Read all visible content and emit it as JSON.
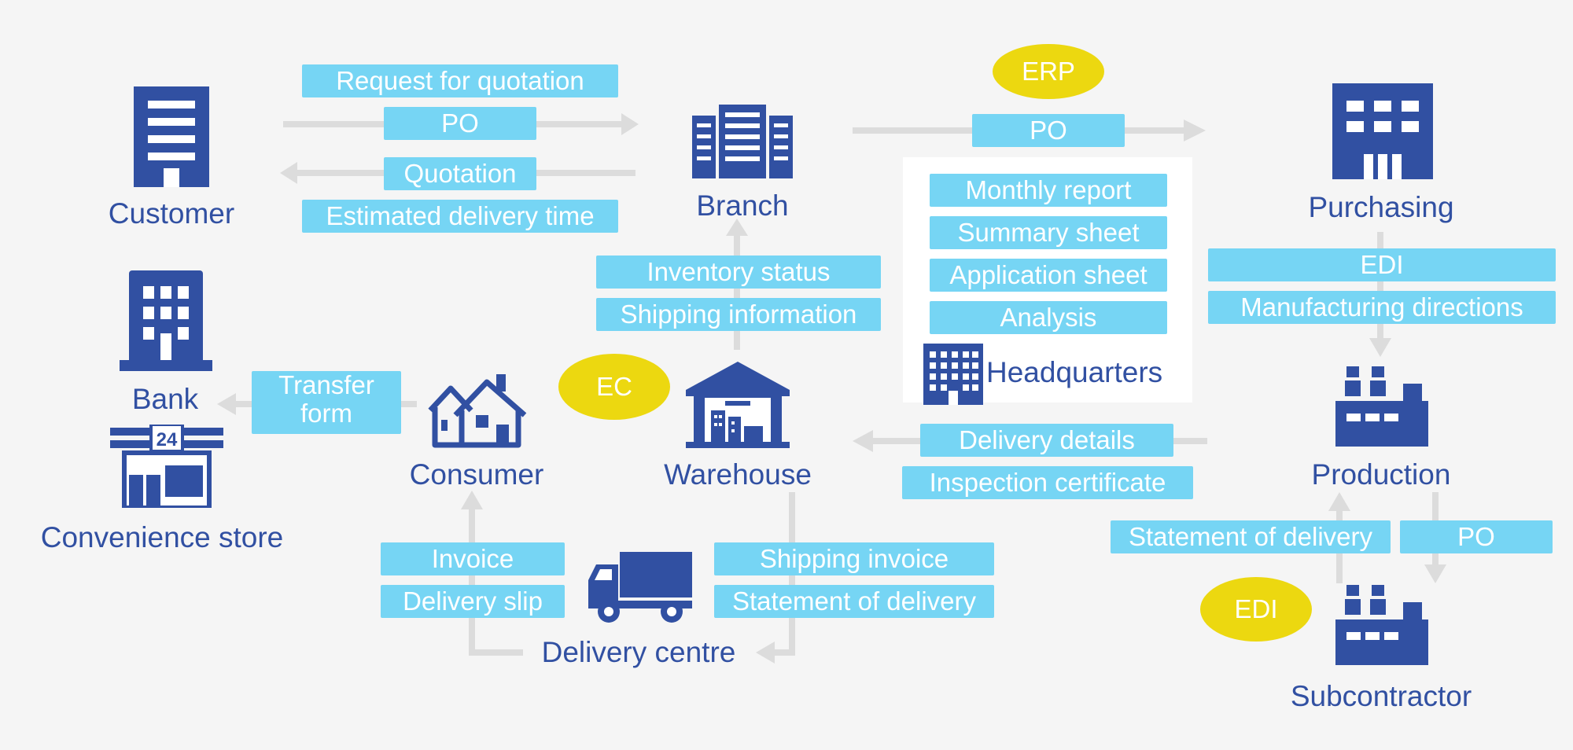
{
  "nodes": {
    "customer": "Customer",
    "branch": "Branch",
    "purchasing": "Purchasing",
    "bank": "Bank",
    "convenience_store": "Convenience store",
    "consumer": "Consumer",
    "warehouse": "Warehouse",
    "headquarters": "Headquarters",
    "production": "Production",
    "delivery_centre": "Delivery centre",
    "subcontractor": "Subcontractor"
  },
  "systems": {
    "erp": "ERP",
    "ec": "EC",
    "edi": "EDI"
  },
  "labels": {
    "request_for_quotation": "Request for quotation",
    "po_customer": "PO",
    "quotation": "Quotation",
    "estimated_delivery_time": "Estimated delivery time",
    "po_purchasing": "PO",
    "monthly_report": "Monthly report",
    "summary_sheet": "Summary sheet",
    "application_sheet": "Application sheet",
    "analysis": "Analysis",
    "inventory_status": "Inventory status",
    "shipping_information": "Shipping information",
    "edi_label": "EDI",
    "manufacturing_directions": "Manufacturing directions",
    "transfer_form_line1": "Transfer",
    "transfer_form_line2": "form",
    "delivery_details": "Delivery details",
    "inspection_certificate": "Inspection certificate",
    "invoice": "Invoice",
    "delivery_slip": "Delivery slip",
    "shipping_invoice": "Shipping invoice",
    "statement_of_delivery_dc": "Statement of delivery",
    "statement_of_delivery_sub": "Statement of delivery",
    "po_subcontractor": "PO"
  },
  "colors": {
    "icon": "#3150a2",
    "label_bg": "#76d5f4",
    "bubble": "#ecd810",
    "arrow": "#dcdcdc",
    "background": "#f5f5f5"
  },
  "icons": [
    "office-building-icon",
    "branch-building-icon",
    "purchasing-building-icon",
    "bank-building-icon",
    "convenience-store-icon",
    "houses-icon",
    "warehouse-icon",
    "headquarters-building-icon",
    "factory-icon",
    "truck-icon"
  ]
}
